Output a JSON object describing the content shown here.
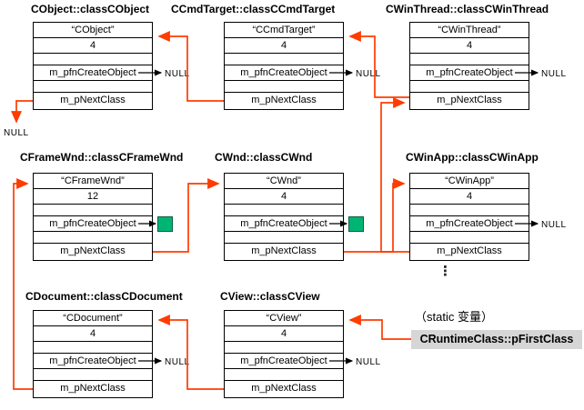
{
  "diagram": {
    "null_label": "NULL",
    "static_note": "（static 变量）",
    "first_class_label": "CRuntimeClass::pFirstClass",
    "ellipsis": "⋮"
  },
  "colors": {
    "arrow_red": "#ff3c00",
    "arrow_black": "#000000",
    "green_square": "#00b574",
    "first_class_bg": "#d6d6d6"
  },
  "boxes": [
    {
      "title": "CObject::classCObject",
      "class_name": "“CObject”",
      "schema": "4",
      "field_create": "m_pfnCreateObject",
      "field_next": "m_pNextClass",
      "create_target": "NULL",
      "next_target": "NULL"
    },
    {
      "title": "CCmdTarget::classCCmdTarget",
      "class_name": "“CCmdTarget”",
      "schema": "4",
      "field_create": "m_pfnCreateObject",
      "field_next": "m_pNextClass",
      "create_target": "NULL",
      "next_target": "CObject::classCObject"
    },
    {
      "title": "CWinThread::classCWinThread",
      "class_name": "“CWinThread”",
      "schema": "4",
      "field_create": "m_pfnCreateObject",
      "field_next": "m_pNextClass",
      "create_target": "NULL",
      "next_target": "CCmdTarget::classCCmdTarget"
    },
    {
      "title": "CFrameWnd::classCFrameWnd",
      "class_name": "“CFrameWnd”",
      "schema": "12",
      "field_create": "m_pfnCreateObject",
      "field_next": "m_pNextClass",
      "create_target": "green-square",
      "next_target": "CWnd::classCWnd"
    },
    {
      "title": "CWnd::classCWnd",
      "class_name": "“CWnd”",
      "schema": "4",
      "field_create": "m_pfnCreateObject",
      "field_next": "m_pNextClass",
      "create_target": "green-square",
      "next_target": "CWinApp::classCWinApp"
    },
    {
      "title": "CWinApp::classCWinApp",
      "class_name": "“CWinApp”",
      "schema": "4",
      "field_create": "m_pfnCreateObject",
      "field_next": "m_pNextClass",
      "create_target": "NULL",
      "next_target": "CWinThread::classCWinThread"
    },
    {
      "title": "CDocument::classCDocument",
      "class_name": "“CDocument”",
      "schema": "4",
      "field_create": "m_pfnCreateObject",
      "field_next": "m_pNextClass",
      "create_target": "NULL",
      "next_target": "CFrameWnd::classCFrameWnd"
    },
    {
      "title": "CView::classCView",
      "class_name": "“CView”",
      "schema": "4",
      "field_create": "m_pfnCreateObject",
      "field_next": "m_pNextClass",
      "create_target": "NULL",
      "next_target": "CDocument::classCDocument"
    }
  ],
  "arrows": {
    "next_chain": [
      {
        "from": "CRuntimeClass::pFirstClass",
        "to": "CView::classCView"
      },
      {
        "from": "CView::classCView",
        "to": "CDocument::classCDocument"
      },
      {
        "from": "CDocument::classCDocument",
        "to": "CFrameWnd::classCFrameWnd"
      },
      {
        "from": "CFrameWnd::classCFrameWnd",
        "to": "CWnd::classCWnd"
      },
      {
        "from": "CWnd::classCWnd",
        "to": "CWinApp::classCWinApp"
      },
      {
        "from": "CWinApp::classCWinApp",
        "to": "CWinThread::classCWinThread"
      },
      {
        "from": "CWinThread::classCWinThread",
        "to": "CCmdTarget::classCCmdTarget"
      },
      {
        "from": "CCmdTarget::classCCmdTarget",
        "to": "CObject::classCObject"
      },
      {
        "from": "CObject::classCObject",
        "to": "NULL"
      }
    ]
  }
}
